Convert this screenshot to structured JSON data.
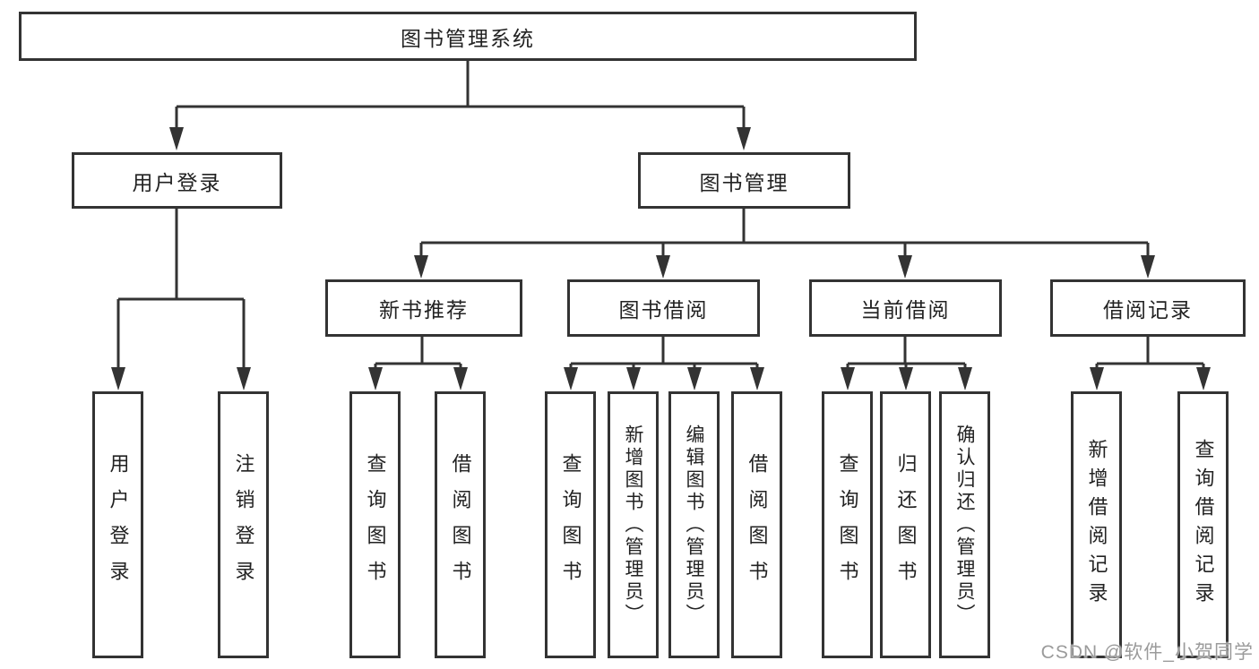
{
  "tree": {
    "label": "图书管理系统",
    "children": [
      {
        "label": "用户登录",
        "children": [
          {
            "label": "用户登录"
          },
          {
            "label": "注销登录"
          }
        ]
      },
      {
        "label": "图书管理",
        "children": [
          {
            "label": "新书推荐",
            "children": [
              {
                "label": "查询图书"
              },
              {
                "label": "借阅图书"
              }
            ]
          },
          {
            "label": "图书借阅",
            "children": [
              {
                "label": "查询图书"
              },
              {
                "label": "新增图书（管理员）"
              },
              {
                "label": "编辑图书（管理员）"
              },
              {
                "label": "借阅图书"
              }
            ]
          },
          {
            "label": "当前借阅",
            "children": [
              {
                "label": "查询图书"
              },
              {
                "label": "归还图书"
              },
              {
                "label": "确认归还（管理员）"
              }
            ]
          },
          {
            "label": "借阅记录",
            "children": [
              {
                "label": "新增借阅记录"
              },
              {
                "label": "查询借阅记录"
              }
            ]
          }
        ]
      }
    ]
  },
  "watermark": {
    "text": "CSDN @软件_小贺同学"
  },
  "colors": {
    "line": "#333333",
    "box_border": "#333333",
    "box_fill": "#ffffff",
    "text": "#222222",
    "watermark": "#9b9b9b",
    "background": "#ffffff"
  }
}
